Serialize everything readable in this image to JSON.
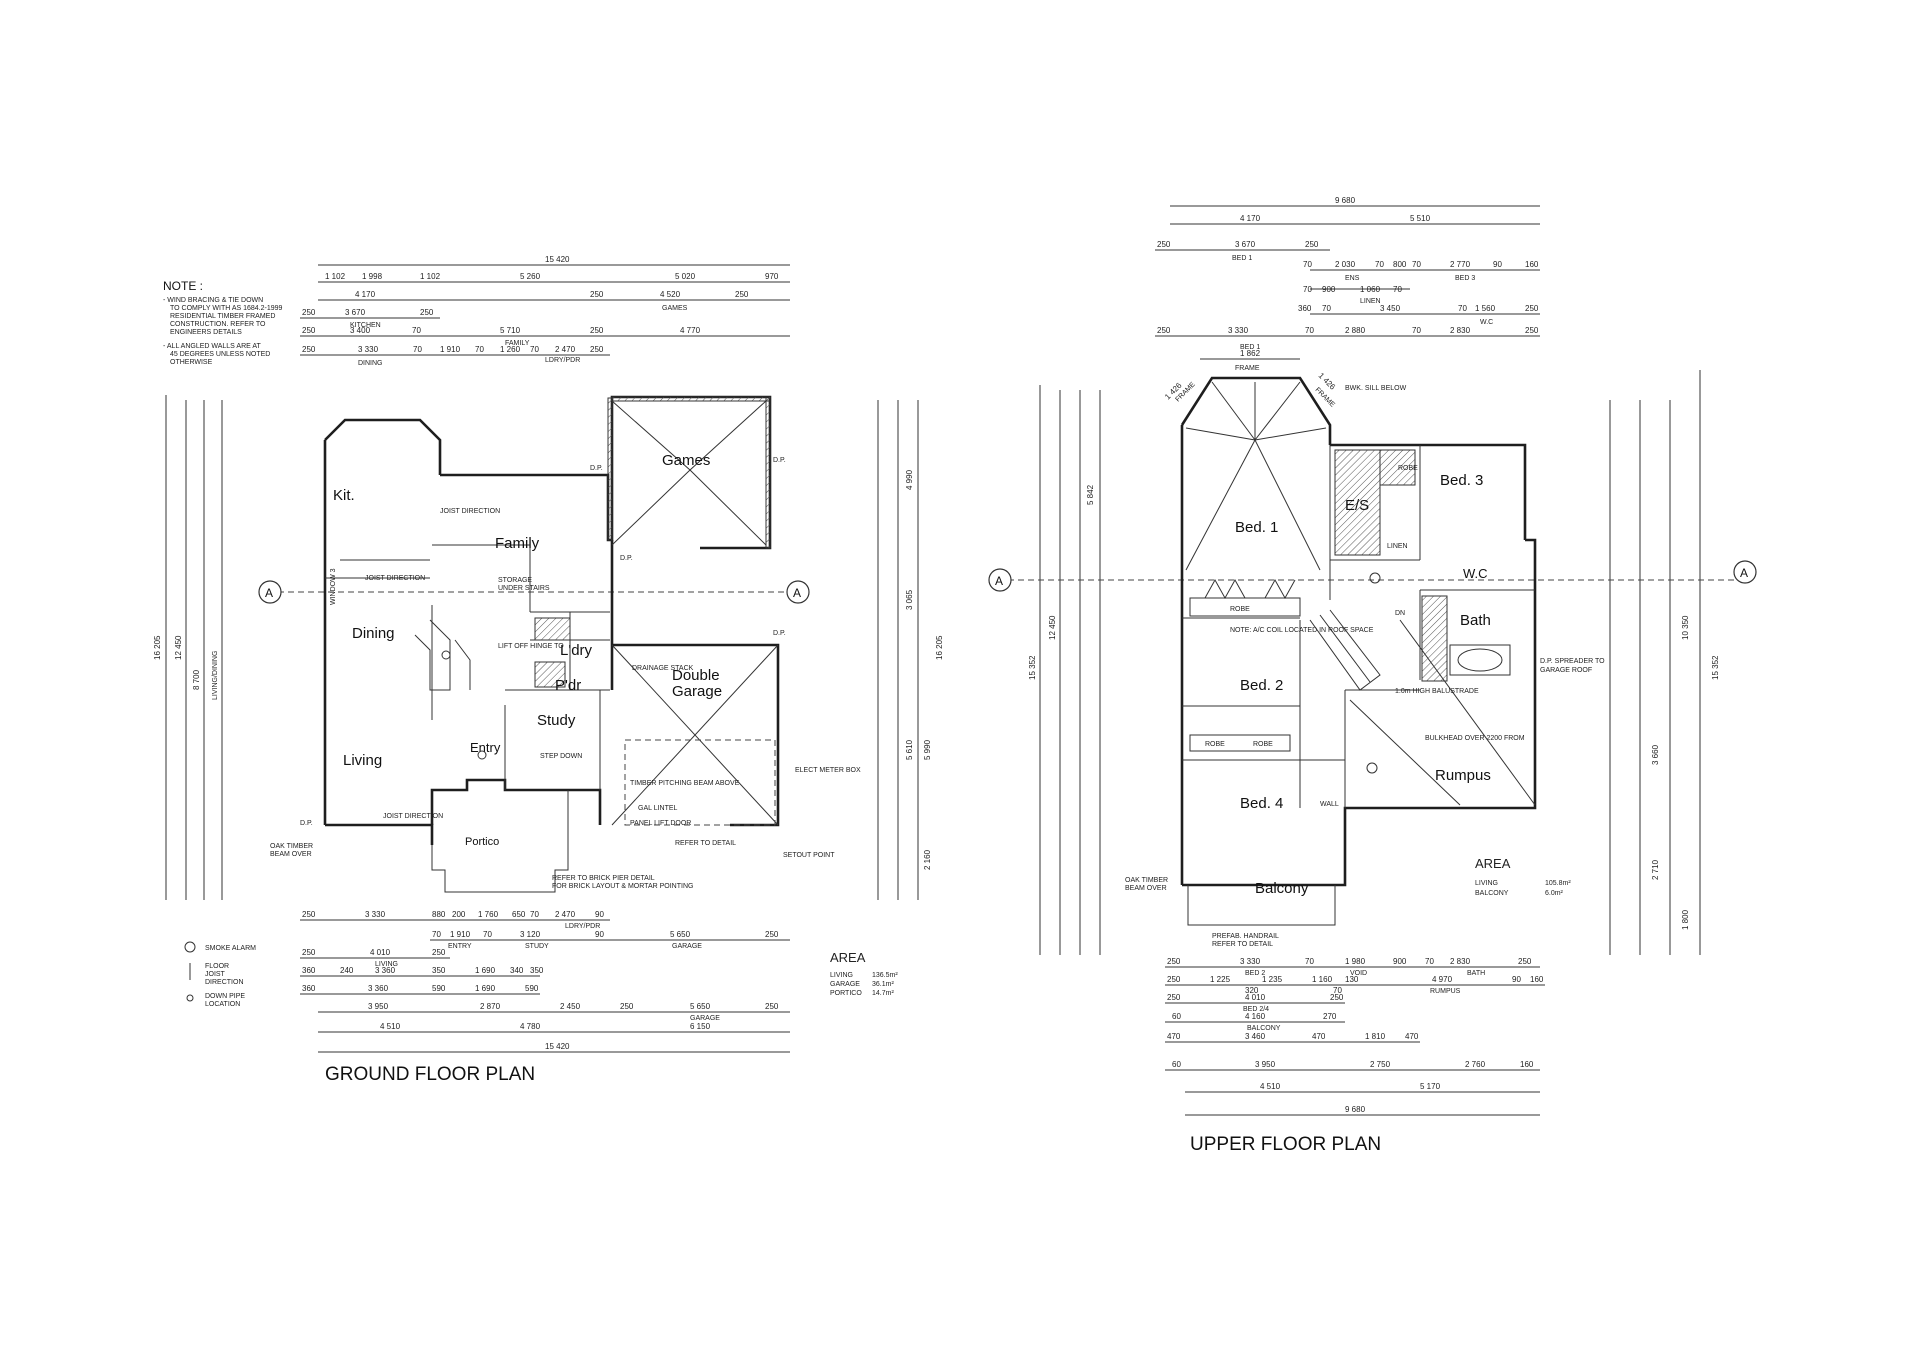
{
  "ground_floor": {
    "title": "GROUND FLOOR PLAN",
    "notes": {
      "heading": "NOTE :",
      "lines": [
        "- WIND BRACING & TIE DOWN",
        "TO COMPLY WITH AS 1684.2-1999",
        "RESIDENTIAL TIMBER FRAMED",
        "CONSTRUCTION. REFER TO",
        "ENGINEERS DETAILS",
        "- ALL ANGLED WALLS ARE AT",
        "45 DEGREES UNLESS NOTED",
        "OTHERWISE"
      ]
    },
    "rooms": {
      "kit": "Kit.",
      "family": "Family",
      "games": "Games",
      "dining": "Dining",
      "ldry": "L'dry",
      "pdr": "P'dr",
      "study": "Study",
      "double_garage": "Double",
      "double_garage_2": "Garage",
      "living": "Living",
      "entry": "Entry",
      "portico": "Portico"
    },
    "annotations": {
      "storage": "STORAGE",
      "under_stairs": "UNDER STAIRS",
      "joist_direction": "JOIST DIRECTION",
      "drainage_stack": "DRAINAGE STACK",
      "timber_pitching": "TIMBER PITCHING BEAM ABOVE",
      "gal_lintel": "GAL LINTEL",
      "panel_lift_door": "PANEL LIFT DOOR",
      "refer_to_detail": "REFER TO DETAIL",
      "elect_meter_box": "ELECT METER BOX",
      "setout_point": "SETOUT POINT",
      "oak_timber": "OAK TIMBER",
      "beam_over": "BEAM OVER",
      "brick_pier": "REFER TO BRICK PIER DETAIL",
      "brick_layout": "FOR BRICK LAYOUT & MORTAR POINTING",
      "step_down": "STEP DOWN",
      "dp": "D.P.",
      "window_3": "WINDOW 3",
      "lift_off_hinge": "LIFT OFF HINGE TO"
    },
    "dims_top": {
      "row1": [
        "1 102",
        "1 998",
        "1 102",
        "5 260",
        "5 020",
        "970"
      ],
      "overall_top": "15 420",
      "row2": [
        "4 170",
        "250",
        "4 520",
        "250"
      ],
      "row2_label": "GAMES",
      "row3": [
        "250",
        "3 670",
        "250"
      ],
      "row3_label": "KITCHEN",
      "row4": [
        "250",
        "3 400",
        "70",
        "5 710",
        "250",
        "4 770"
      ],
      "row4_label": "FAMILY",
      "row5": [
        "250",
        "3 330",
        "70",
        "1 910",
        "70",
        "1 260",
        "70",
        "2 470",
        "250"
      ],
      "row5_labels": [
        "DINING",
        "LDRY/PDR"
      ]
    },
    "dims_bottom": {
      "row1": [
        "250",
        "3 330",
        "880",
        "200",
        "1 760",
        "650",
        "70",
        "2 470",
        "90"
      ],
      "row1_label": "LDRY/PDR",
      "row2": [
        "70",
        "1 910",
        "70",
        "3 120",
        "90",
        "5 650",
        "250"
      ],
      "row2_labels": [
        "ENTRY",
        "STUDY",
        "GARAGE"
      ],
      "row3": [
        "250",
        "4 010",
        "250"
      ],
      "row3_label": "LIVING",
      "row4": [
        "360",
        "240",
        "3 360",
        "350",
        "1 690",
        "340",
        "350"
      ],
      "row5": [
        "360",
        "3 360",
        "590",
        "1 690",
        "590"
      ],
      "row6": [
        "3 950",
        "2 870",
        "2 450",
        "250",
        "5 650",
        "250"
      ],
      "row6_label": "GARAGE",
      "row7": [
        "4 510",
        "4 780",
        "6 150"
      ],
      "overall": "15 420"
    },
    "dims_left": [
      "16 205",
      "12 450",
      "8 700",
      "LIVING/DINING"
    ],
    "dims_right": [
      "16 205",
      "4 990",
      "3 065",
      "5 610",
      "5 990",
      "2 160"
    ],
    "legend": {
      "smoke_alarm": "SMOKE ALARM",
      "floor_joist": "FLOOR",
      "floor_joist_2": "JOIST",
      "floor_joist_3": "DIRECTION",
      "down_pipe": "DOWN PIPE",
      "down_pipe_2": "LOCATION"
    },
    "area": {
      "heading": "AREA",
      "rows": [
        {
          "label": "LIVING",
          "value": "136.5m²"
        },
        {
          "label": "GARAGE",
          "value": "36.1m²"
        },
        {
          "label": "PORTICO",
          "value": "14.7m²"
        }
      ]
    },
    "section_marker": "A"
  },
  "upper_floor": {
    "title": "UPPER FLOOR PLAN",
    "rooms": {
      "bed1": "Bed. 1",
      "es": "E/S",
      "bed3": "Bed. 3",
      "wc": "W.C",
      "bath": "Bath",
      "bed2": "Bed. 2",
      "rumpus": "Rumpus",
      "bed4": "Bed. 4",
      "balcony": "Balcony"
    },
    "annotations": {
      "robe": "ROBE",
      "linen": "LINEN",
      "dn": "DN",
      "wall": "WALL",
      "frame": "FRAME",
      "brk_sill_below": "BWK. SILL BELOW",
      "note_ac": "NOTE: A/C COIL LOCATED IN ROOF SPACE",
      "balustrade": "1.0m HIGH BALUSTRADE",
      "bulkhead": "BULKHEAD OVER 2200 FROM",
      "dp_spreader": "D.P. SPREADER TO",
      "garage_roof": "GARAGE ROOF",
      "handrail": "PREFAB. HANDRAIL",
      "refer_detail": "REFER TO DETAIL",
      "oak_timber": "OAK TIMBER",
      "beam_over": "BEAM OVER"
    },
    "dims_top": {
      "overall": "9 680",
      "row1": [
        "4 170",
        "5 510"
      ],
      "row2": [
        "250",
        "3 670",
        "250"
      ],
      "row2_label": "BED 1",
      "row3": [
        "70",
        "2 030",
        "70",
        "800",
        "70",
        "2 770",
        "90",
        "160"
      ],
      "row3_labels": [
        "ENS",
        "BED 3"
      ],
      "row4": [
        "70",
        "900",
        "1 060",
        "70"
      ],
      "row4_label": "LINEN",
      "row5": [
        "360",
        "70",
        "3 450",
        "70",
        "1 560",
        "250"
      ],
      "row5_label": "W.C",
      "row6": [
        "250",
        "3 330",
        "70",
        "2 880",
        "70",
        "2 830",
        "250"
      ],
      "row7_label": "BED 1",
      "row7": [
        "1 862"
      ],
      "row8_label": "FRAME",
      "frame_left": "1 426",
      "frame_right": "1 426"
    },
    "dims_bottom": {
      "row1": [
        "250",
        "3 330",
        "70",
        "1 980",
        "900",
        "70",
        "2 830",
        "250"
      ],
      "row1_labels": [
        "BED 2",
        "VOID",
        "BATH"
      ],
      "row2": [
        "250",
        "1 225",
        "1 235",
        "1 160",
        "130",
        "4 970",
        "90",
        "160"
      ],
      "row2_label": "RUMPUS",
      "row3": [
        "320",
        "70"
      ],
      "row4": [
        "250",
        "4 010",
        "250"
      ],
      "row4_label": "BED 2/4",
      "row5": [
        "60",
        "4 160",
        "270"
      ],
      "row5_label": "BALCONY",
      "row6": [
        "470",
        "3 460",
        "470",
        "1 810",
        "470"
      ],
      "row7": [
        "60",
        "3 950",
        "2 750",
        "2 760",
        "160"
      ],
      "row8": [
        "4 510",
        "5 170"
      ],
      "overall": "9 680"
    },
    "dims_left": [
      "15 352",
      "12 450",
      "5 842"
    ],
    "dims_right": [
      "15 352",
      "10 350",
      "3 660",
      "2 710",
      "1 800"
    ],
    "area": {
      "heading": "AREA",
      "rows": [
        {
          "label": "LIVING",
          "value": "105.8m²"
        },
        {
          "label": "BALCONY",
          "value": "6.0m²"
        }
      ]
    },
    "section_marker": "A"
  }
}
